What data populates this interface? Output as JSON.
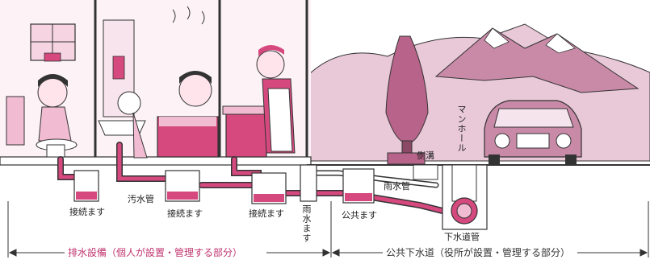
{
  "labels": {
    "connection_box_1": "接続ます",
    "connection_box_2": "接続ます",
    "connection_box_3": "接続ます",
    "sewage_pipe": "汚水管",
    "rain_box": "雨水ます",
    "public_box": "公共ます",
    "rain_pipe": "雨水管",
    "side_ditch": "側溝",
    "manhole": "マンホール",
    "sewer_main": "下水道管"
  },
  "captions": {
    "private": "排水設備（個人が設置・管理する部分）",
    "public": "公共下水道（役所が設置・管理する部分）"
  },
  "colors": {
    "pink": "#d6497f",
    "light_pink": "#f1bcd2",
    "mountain": "#c98aa8",
    "line": "#333333"
  }
}
